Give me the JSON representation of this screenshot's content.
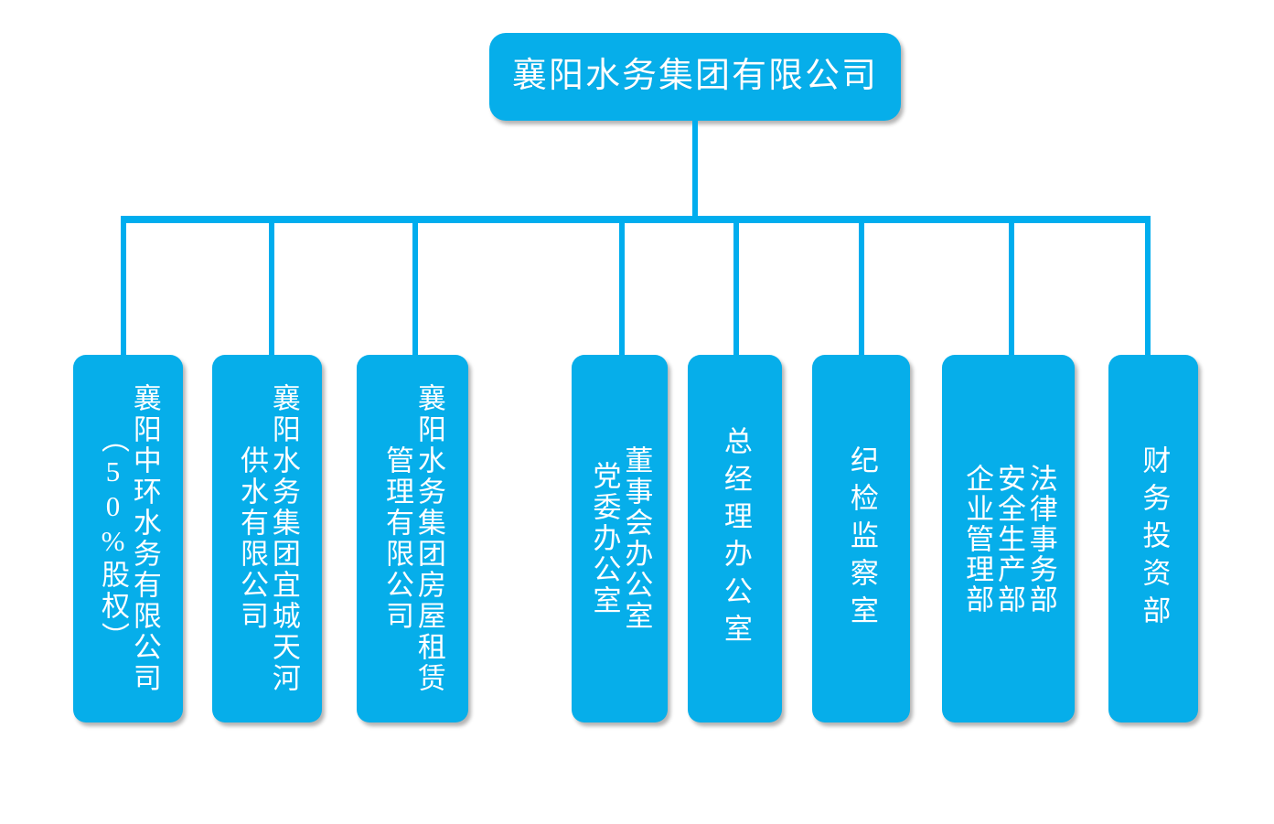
{
  "chart_title": "襄阳水务集团有限公司",
  "colors": {
    "node_fill": "#06AEEA",
    "connector": "#00ADEE",
    "text": "#FFFFFF",
    "background": "#FFFFFF"
  },
  "root": {
    "label": "襄阳水务集团有限公司"
  },
  "children": [
    {
      "id": "xiangyang-zhonghuan-water",
      "full_label": "襄阳中环水务有限公司（50%股权）",
      "columns": [
        "襄阳中环水务有限公司",
        "（50%股权）"
      ],
      "column_count": 2
    },
    {
      "id": "yicheng-tianhe-water-supply",
      "full_label": "襄阳水务集团宜城天河供水有限公司",
      "columns": [
        "襄阳水务集团宜城天河",
        "供水有限公司"
      ],
      "column_count": 2
    },
    {
      "id": "housing-lease-management",
      "full_label": "襄阳水务集团房屋租赁管理有限公司",
      "columns": [
        "襄阳水务集团房屋租赁",
        "管理有限公司"
      ],
      "column_count": 2
    },
    {
      "id": "board-and-party-office",
      "full_label": "董事会办公室 党委办公室",
      "columns": [
        "董事会办公室",
        "党委办公室"
      ],
      "column_count": 2
    },
    {
      "id": "general-manager-office",
      "full_label": "总经理办公室",
      "columns": [
        "总经理办公室"
      ],
      "column_count": 1
    },
    {
      "id": "discipline-inspection-office",
      "full_label": "纪检监察室",
      "columns": [
        "纪检监察室"
      ],
      "column_count": 1
    },
    {
      "id": "legal-safety-enterprise-depts",
      "full_label": "法律事务部 安全生产部 企业管理部",
      "columns": [
        "法律事务部",
        "安全生产部",
        "企业管理部"
      ],
      "column_count": 3
    },
    {
      "id": "finance-investment-dept",
      "full_label": "财务投资部",
      "columns": [
        "财务投资部"
      ],
      "column_count": 1
    }
  ]
}
